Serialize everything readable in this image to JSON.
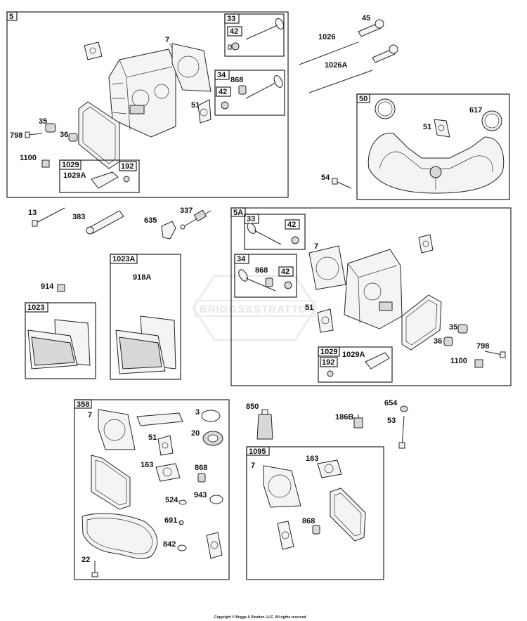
{
  "watermark": "BRIGGS&STRATTON",
  "copyright": "Copyright © Briggs & Stratton, LLC. All rights reserved.",
  "boxes": {
    "b5": "5",
    "b33": "33",
    "b42a": "42",
    "b34": "34",
    "b42b": "42",
    "b1029": "1029",
    "b192": "192",
    "b50": "50",
    "b5A": "5A",
    "b33A": "33",
    "b42c": "42",
    "b34A": "34",
    "b42d": "42",
    "b1029A": "1029",
    "b192A": "192",
    "b1023A": "1023A",
    "b1023": "1023",
    "b358": "358",
    "b1095": "1095"
  },
  "labels": {
    "l7a": "7",
    "l868a": "868",
    "l51a": "51",
    "l35a": "35",
    "l36a": "36",
    "l798a": "798",
    "l1100a": "1100",
    "l1029Aa": "1029A",
    "l45": "45",
    "l1026": "1026",
    "l1026A": "1026A",
    "l51b": "51",
    "l617": "617",
    "l54": "54",
    "l13": "13",
    "l383": "383",
    "l635": "635",
    "l337": "337",
    "l7b": "7",
    "l868b": "868",
    "l51c": "51",
    "l35b": "35",
    "l36b": "36",
    "l798b": "798",
    "l1100b": "1100",
    "l1029Ab": "1029A",
    "l914": "914",
    "l918A": "918A",
    "l7c": "7",
    "l3": "3",
    "l20": "20",
    "l51d": "51",
    "l163a": "163",
    "l868c": "868",
    "l524": "524",
    "l943": "943",
    "l691": "691",
    "l842": "842",
    "l22": "22",
    "l850": "850",
    "l186B": "186B",
    "l654": "654",
    "l53": "53",
    "l7d": "7",
    "l163b": "163",
    "l868d": "868"
  }
}
